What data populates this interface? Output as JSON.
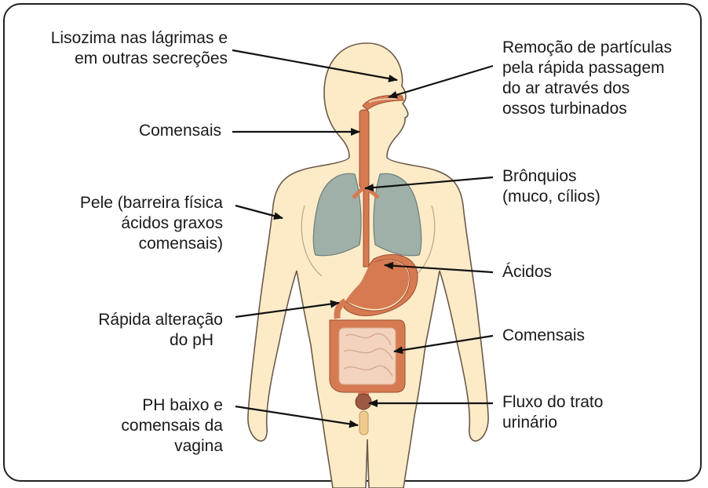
{
  "labels": {
    "lysozyme": [
      "Lisozima nas lágrimas e",
      "em outras secreções"
    ],
    "commensals_nose": [
      "Comensais"
    ],
    "skin": [
      "Pele (barreira física",
      "ácidos graxos",
      "comensais)"
    ],
    "ph_change": [
      "Rápida alteração",
      "do pH"
    ],
    "vagina": [
      "PH baixo e",
      "comensais da",
      "vagina"
    ],
    "particles": [
      "Remoção de partículas",
      "pela rápida passagem",
      "do ar através dos",
      "ossos turbinados"
    ],
    "bronchi": [
      "Brônquios",
      "(muco, cílios)"
    ],
    "acids": [
      "Ácidos"
    ],
    "commensals_gut": [
      "Comensais"
    ],
    "urinary": [
      "Fluxo do trato",
      "urinário"
    ]
  },
  "colors": {
    "skin": "#fdebc8",
    "outline": "#6b5a4a",
    "lungs": "#9fb0a8",
    "gut": "#d67a52",
    "intestine_inner": "#f3d3bd",
    "bladder": "#9c5a44",
    "arrow": "#111111"
  }
}
